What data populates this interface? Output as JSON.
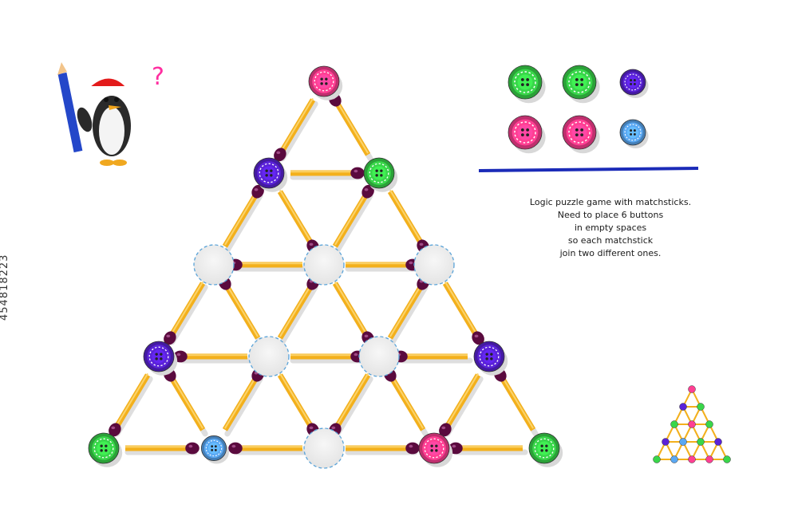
{
  "question_mark": "?",
  "instructions": [
    "Logic puzzle game with matchsticks.",
    "Need to place 6 buttons",
    "in empty spaces",
    "so each matchstick",
    "join two different ones."
  ],
  "stock_id": "454818223",
  "colors": {
    "green": "#39d64a",
    "pink": "#ff3f93",
    "purple": "#5a22d8",
    "blue": "#5aa8f2",
    "match_head": "#5a0a3e",
    "match_stick": "#f3b01c",
    "divider": "#1b2bb8",
    "question": "#ff2ea0"
  },
  "available_buttons": [
    "green",
    "green",
    "purple",
    "pink",
    "pink",
    "blue"
  ],
  "board": {
    "rows": [
      [
        "pink"
      ],
      [
        "purple",
        "green"
      ],
      [
        "empty",
        "empty",
        "empty"
      ],
      [
        "purple",
        "empty",
        "empty",
        "purple"
      ],
      [
        "green",
        "blue",
        "empty",
        "pink",
        "green"
      ]
    ]
  },
  "icons": {
    "mascot": "penguin-with-pencil-icon",
    "question": "question-mark-icon",
    "thumbnail": "solved-puzzle-thumbnail-icon"
  }
}
